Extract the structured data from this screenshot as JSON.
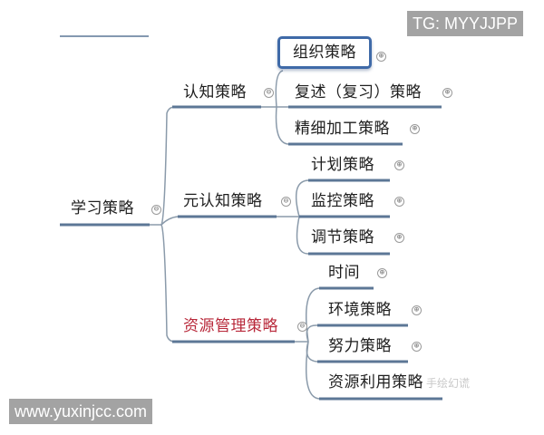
{
  "watermarks": {
    "top_right": "TG: MYYJJPP",
    "bottom_left": "www.yuxinjcc.com",
    "faint_overlay": "手绘幻谎"
  },
  "colors": {
    "line": "#4f6d8f",
    "connector": "#8a9aaa",
    "highlight_border": "#3f6aa8",
    "red_label": "#b8283a",
    "watermark_bg": "#a3a3a3"
  },
  "icons": {
    "collapse": "⊖",
    "expand": "⊕"
  },
  "mindmap": {
    "root": {
      "label": "学习策略",
      "branches": [
        {
          "label": "认知策略",
          "children": [
            "组织策略",
            "复述（复习）策略",
            "精细加工策略"
          ]
        },
        {
          "label": "元认知策略",
          "children": [
            "计划策略",
            "监控策略",
            "调节策略"
          ]
        },
        {
          "label": "资源管理策略",
          "children": [
            "时间",
            "环境策略",
            "努力策略",
            "资源利用策略"
          ]
        }
      ]
    }
  }
}
